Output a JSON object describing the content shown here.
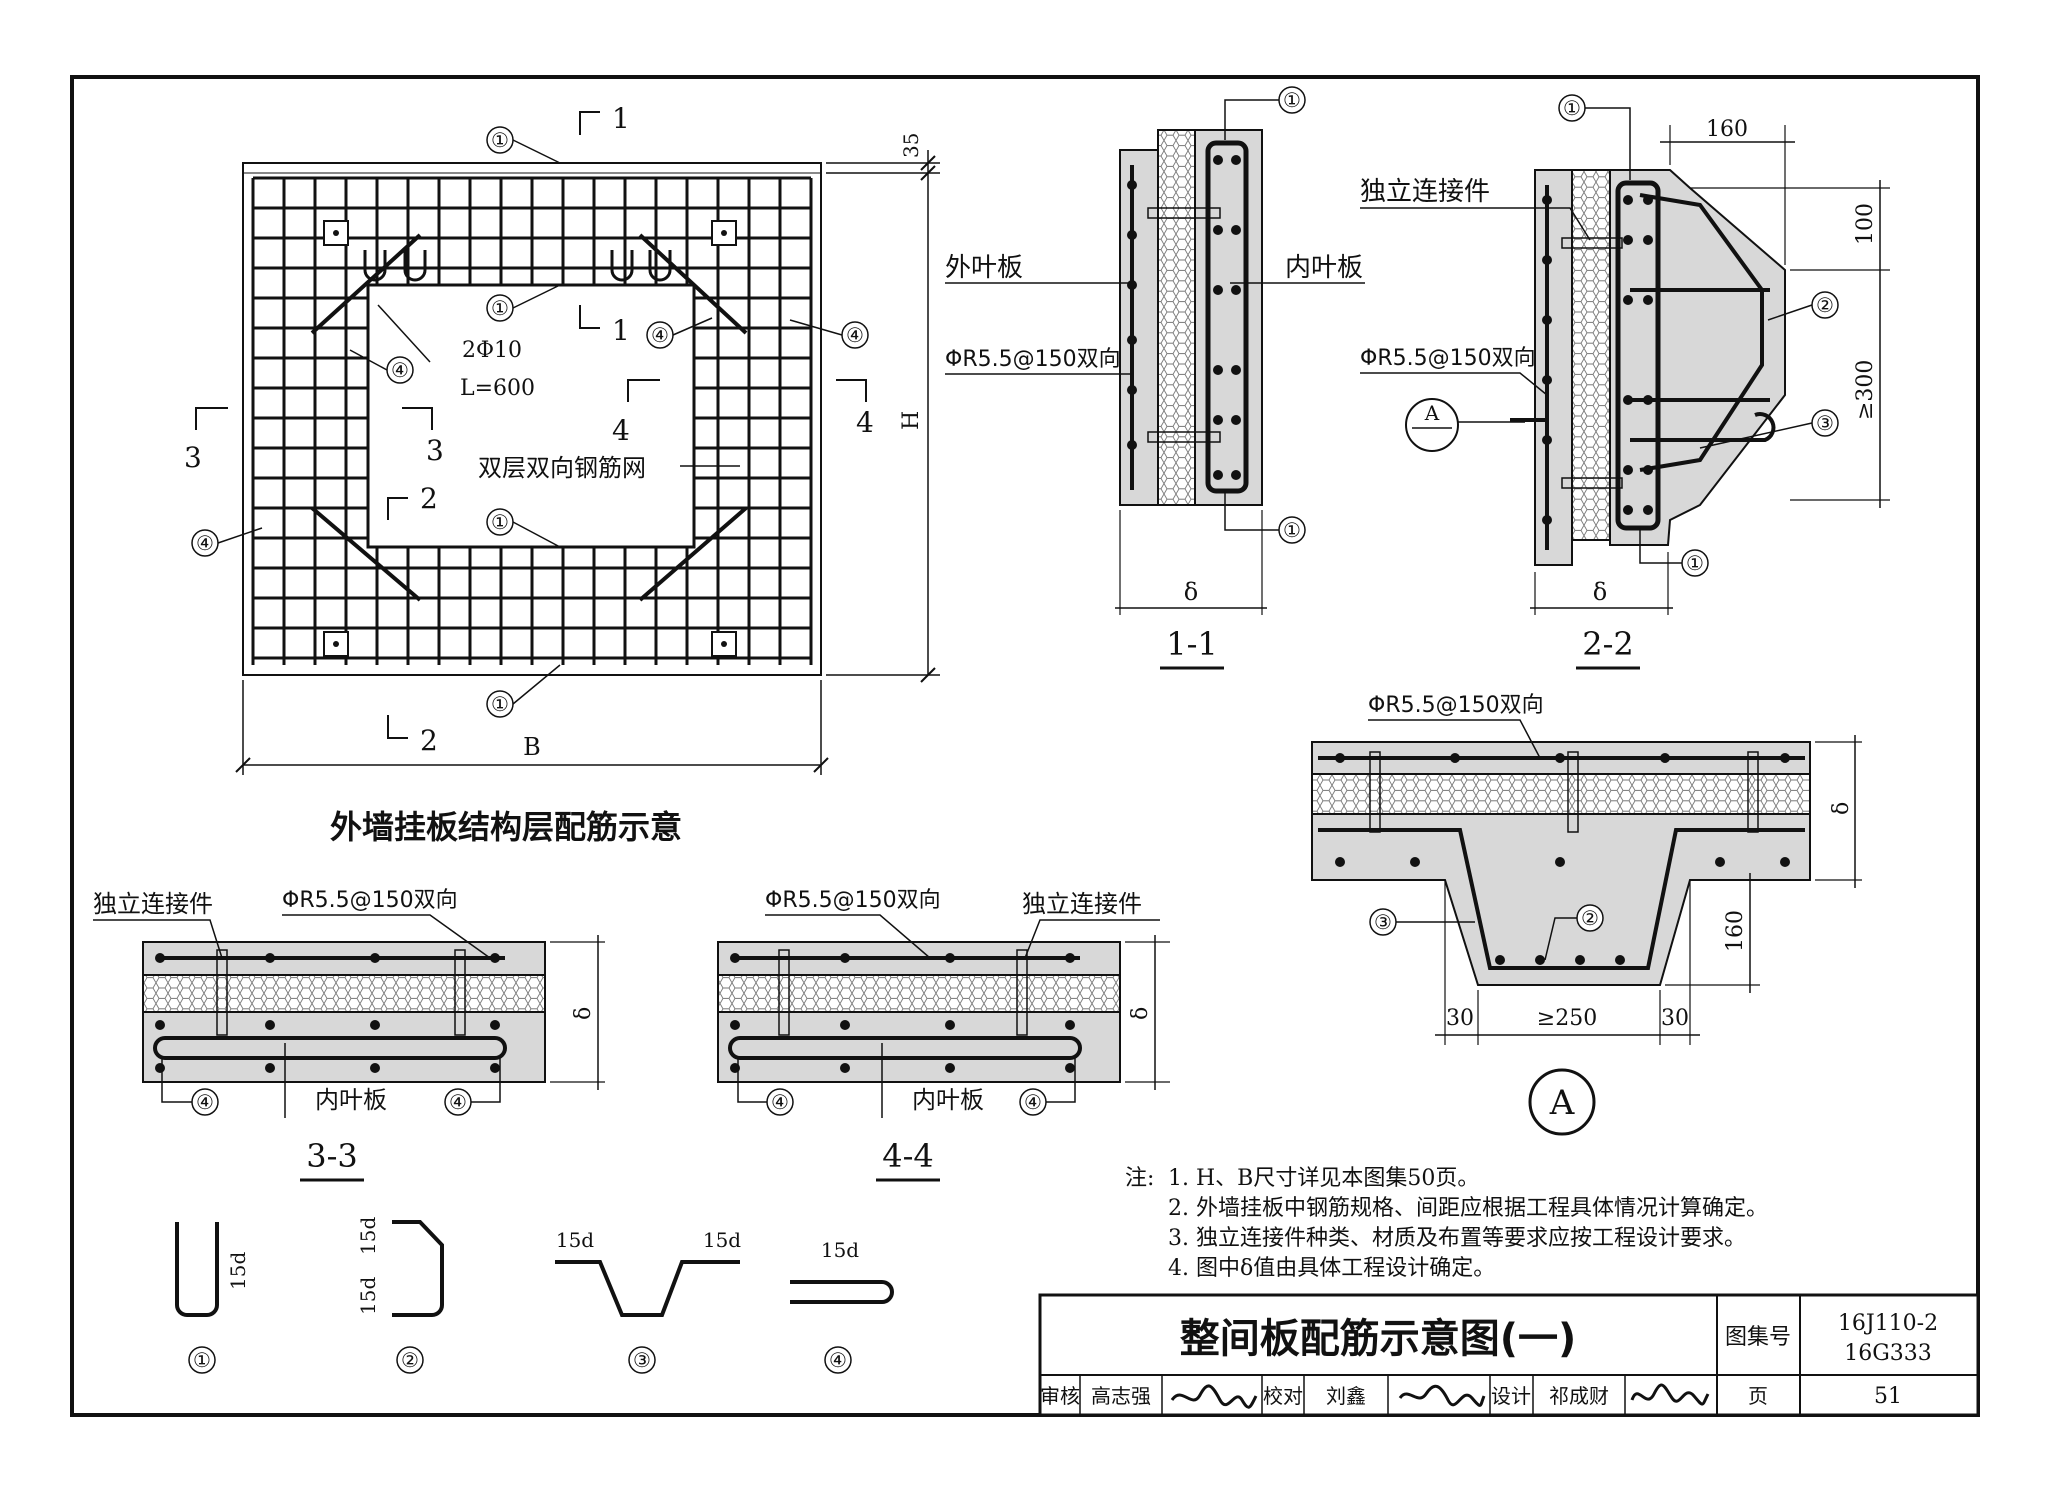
{
  "plan": {
    "caption": "外墙挂板结构层配筋示意",
    "label_reinforcement_mesh": "双层双向钢筋网",
    "label_extra_bar": "2Φ10",
    "label_extra_bar_length": "L=600",
    "dim_cover": "35",
    "dim_height": "H",
    "dim_width": "B",
    "sections": [
      "1",
      "2",
      "3",
      "4"
    ]
  },
  "circle_labels": [
    "①",
    "②",
    "③",
    "④"
  ],
  "section_1_1": {
    "title": "1-1",
    "outer_leaf": "外叶板",
    "inner_leaf": "内叶板",
    "rebar_spec": "ΦR5.5@150双向",
    "dim_thickness": "δ"
  },
  "section_2_2": {
    "title": "2-2",
    "connector": "独立连接件",
    "rebar_spec": "ΦR5.5@150双向",
    "detail_ref": "A",
    "dim_160": "160",
    "dim_100": "100",
    "dim_300": "≥300",
    "dim_thickness": "δ"
  },
  "detail_A": {
    "title": "A",
    "rebar_spec": "ΦR5.5@150双向",
    "dim_thickness": "δ",
    "dim_160": "160",
    "dim_30_left": "30",
    "dim_250": "≥250",
    "dim_30_right": "30"
  },
  "section_3_3": {
    "title": "3-3",
    "connector": "独立连接件",
    "rebar_spec": "ΦR5.5@150双向",
    "inner_leaf": "内叶板",
    "dim_thickness": "δ"
  },
  "section_4_4": {
    "title": "4-4",
    "connector": "独立连接件",
    "rebar_spec": "ΦR5.5@150双向",
    "inner_leaf": "内叶板",
    "dim_thickness": "δ"
  },
  "bar_shapes": {
    "hook_length": "15d"
  },
  "notes": {
    "heading": "注:",
    "items": [
      "1. H、B尺寸详见本图集50页。",
      "2. 外墙挂板中钢筋规格、间距应根据工程具体情况计算确定。",
      "3. 独立连接件种类、材质及布置等要求应按工程设计要求。",
      "4. 图中δ值由具体工程设计确定。"
    ]
  },
  "title_block": {
    "title": "整间板配筋示意图(一)",
    "atlas_label": "图集号",
    "atlas_no_1": "16J110-2",
    "atlas_no_2": "16G333",
    "review_label": "审核",
    "reviewer": "高志强",
    "check_label": "校对",
    "checker": "刘鑫",
    "design_label": "设计",
    "designer": "祁成财",
    "page_label": "页",
    "page_no": "51"
  }
}
